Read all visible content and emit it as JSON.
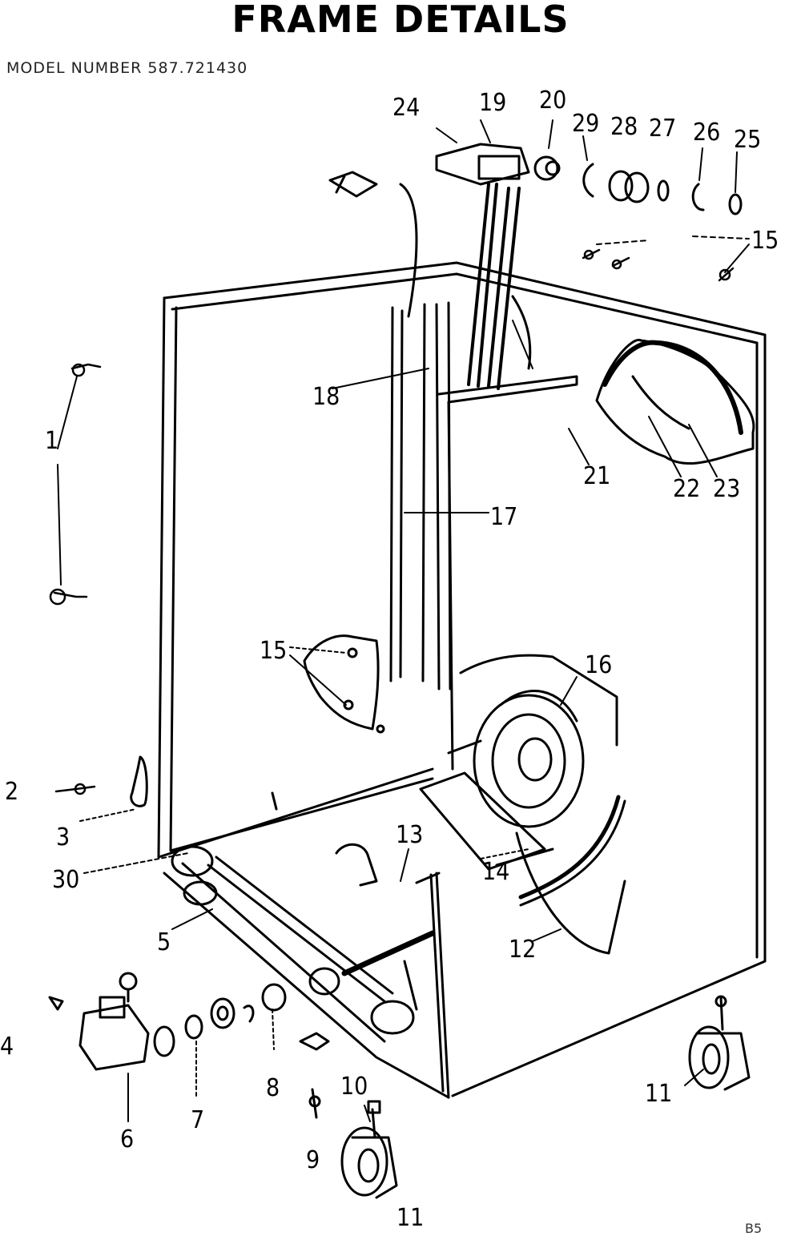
{
  "title": "FRAME DETAILS",
  "model_line": "MODEL NUMBER 587.721430",
  "page_ref": "B5",
  "callouts": {
    "c1": "1",
    "c2": "2",
    "c3": "3",
    "c4": "4",
    "c5": "5",
    "c6": "6",
    "c7": "7",
    "c8": "8",
    "c9": "9",
    "c10": "10",
    "c11a": "11",
    "c11b": "11",
    "c12": "12",
    "c13": "13",
    "c14": "14",
    "c15a": "15",
    "c15b": "15",
    "c16": "16",
    "c17": "17",
    "c18": "18",
    "c19": "19",
    "c20": "20",
    "c21": "21",
    "c22": "22",
    "c23": "23",
    "c24": "24",
    "c25": "25",
    "c26": "26",
    "c27": "27",
    "c28": "28",
    "c29": "29",
    "c30": "30"
  }
}
